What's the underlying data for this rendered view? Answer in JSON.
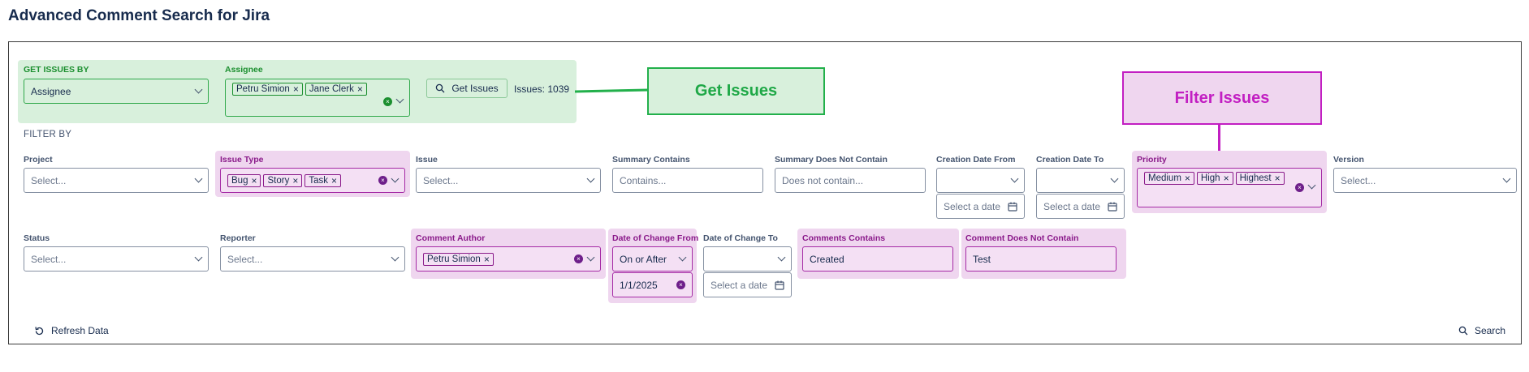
{
  "app": {
    "title": "Advanced Comment Search for Jira"
  },
  "get_issues_by": {
    "label": "GET ISSUES BY",
    "value": "Assignee",
    "assignee_label": "Assignee",
    "assignees": [
      "Petru Simion",
      "Jane Clerk"
    ],
    "get_button": "Get Issues",
    "issue_count": "Issues: 1039"
  },
  "callouts": {
    "get_issues": "Get Issues",
    "filter_issues": "Filter Issues"
  },
  "filter_by": {
    "label": "FILTER BY",
    "project": {
      "label": "Project",
      "placeholder": "Select..."
    },
    "issue_type": {
      "label": "Issue Type",
      "chips": [
        "Bug",
        "Story",
        "Task"
      ]
    },
    "issue": {
      "label": "Issue",
      "placeholder": "Select..."
    },
    "summary_contains": {
      "label": "Summary Contains",
      "placeholder": "Contains..."
    },
    "summary_not_contains": {
      "label": "Summary Does Not Contain",
      "placeholder": "Does not contain..."
    },
    "creation_from": {
      "label": "Creation Date From",
      "date_placeholder": "Select a date"
    },
    "creation_to": {
      "label": "Creation Date To",
      "date_placeholder": "Select a date"
    },
    "priority": {
      "label": "Priority",
      "chips": [
        "Medium",
        "High",
        "Highest"
      ]
    },
    "version": {
      "label": "Version",
      "placeholder": "Select..."
    },
    "status": {
      "label": "Status",
      "placeholder": "Select..."
    },
    "reporter": {
      "label": "Reporter",
      "placeholder": "Select..."
    },
    "comment_author": {
      "label": "Comment Author",
      "chips": [
        "Petru Simion"
      ]
    },
    "change_from": {
      "label": "Date of Change From",
      "mode": "On or After",
      "date": "1/1/2025"
    },
    "change_to": {
      "label": "Date of Change To",
      "date_placeholder": "Select a date"
    },
    "comments_contains": {
      "label": "Comments Contains",
      "value": "Created"
    },
    "comment_not_contains": {
      "label": "Comment Does Not Contain",
      "value": "Test"
    }
  },
  "footer": {
    "refresh": "Refresh Data",
    "search": "Search"
  },
  "colors": {
    "green_highlight": "#d8f0dc",
    "pink_highlight": "#efd6ef",
    "green_accent": "#22b04b",
    "pink_accent": "#c21fc2"
  }
}
